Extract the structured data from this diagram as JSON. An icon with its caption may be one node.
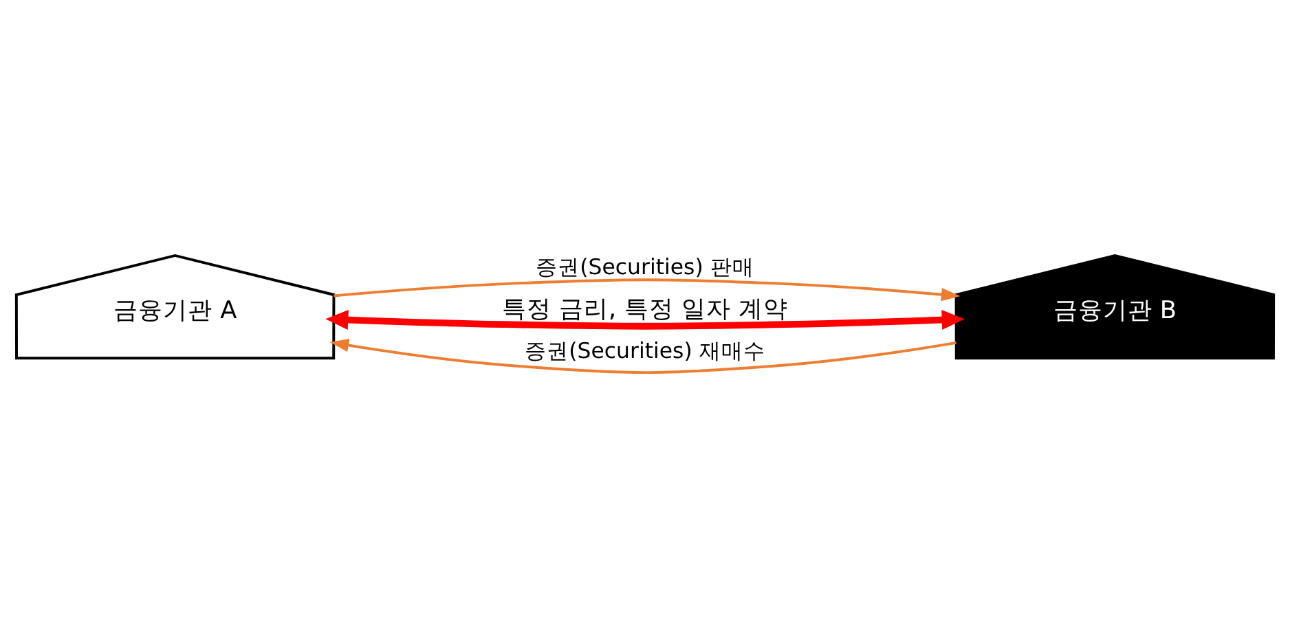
{
  "diagram": {
    "nodes": [
      {
        "text": [
          "금융기관 A"
        ]
      },
      {
        "text": [
          "금융기관 B"
        ]
      }
    ],
    "edges": [
      {
        "from": 0,
        "to": 1,
        "arrow": "to",
        "label": "증권(Securities) 판매"
      },
      {
        "from": 0,
        "to": 1,
        "arrow": "both",
        "label": "특정 금리, 특정 일자 계약",
        "style": "thick",
        "color": "#ff0000"
      },
      {
        "from": 1,
        "to": 0,
        "arrow": "to",
        "label": "증권(Securities) 재매수"
      }
    ]
  }
}
